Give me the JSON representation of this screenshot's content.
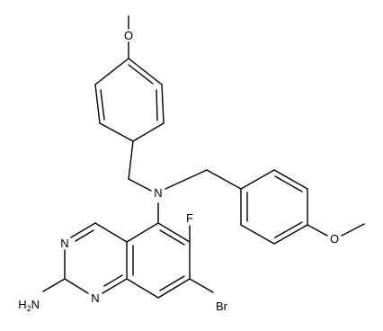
{
  "atoms": [
    {
      "id": "O1",
      "text": "O"
    },
    {
      "id": "N_amine",
      "text": "N"
    },
    {
      "id": "F",
      "text": "F"
    },
    {
      "id": "N3",
      "text": "N"
    },
    {
      "id": "O2",
      "text": "O"
    },
    {
      "id": "N1",
      "text": "N"
    },
    {
      "id": "NH2",
      "text": "H2N"
    },
    {
      "id": "Br",
      "text": "Br"
    }
  ]
}
